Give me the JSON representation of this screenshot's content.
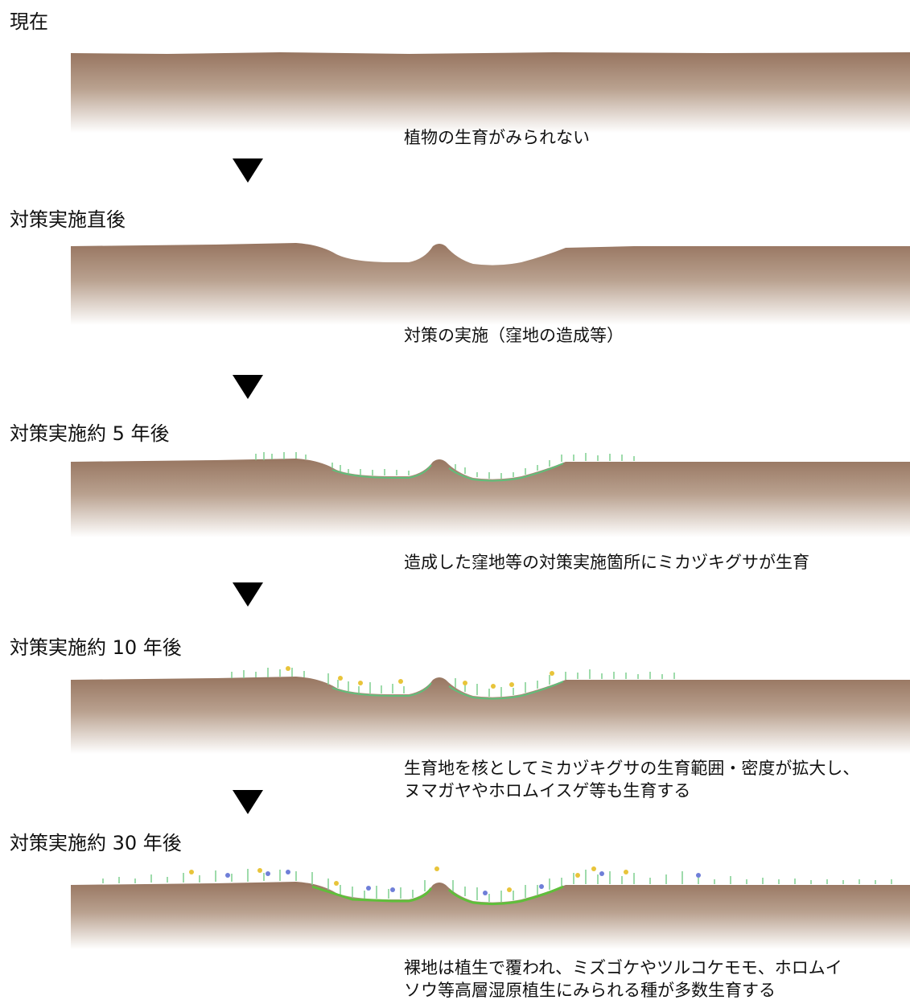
{
  "stages": [
    {
      "title": "現在",
      "caption": [
        "植物の生育がみられない"
      ]
    },
    {
      "title": "対策実施直後",
      "caption": [
        "対策の実施（窪地の造成等）"
      ]
    },
    {
      "title": "対策実施約 5 年後",
      "caption": [
        "造成した窪地等の対策実施箇所にミカヅキグサが生育"
      ]
    },
    {
      "title": "対策実施約 10 年後",
      "caption": [
        "生育地を核としてミカヅキグサの生育範囲・密度が拡大し、",
        "ヌマガヤやホロムイスゲ等も生育する"
      ]
    },
    {
      "title": "対策実施約 30 年後",
      "caption": [
        "裸地は植生で覆われ、ミズゴケやツルコケモモ、ホロムイ",
        "ソウ等高層湿原植生にみられる種が多数生育する"
      ]
    }
  ],
  "arrow_icon": "down-triangle-icon",
  "colors": {
    "soil_top": "#9c7b64",
    "soil_bottom": "#ffffff",
    "grass": "#7fcf8f",
    "yellow_flower": "#e8c43a",
    "blue_flower": "#6f7fd8"
  }
}
